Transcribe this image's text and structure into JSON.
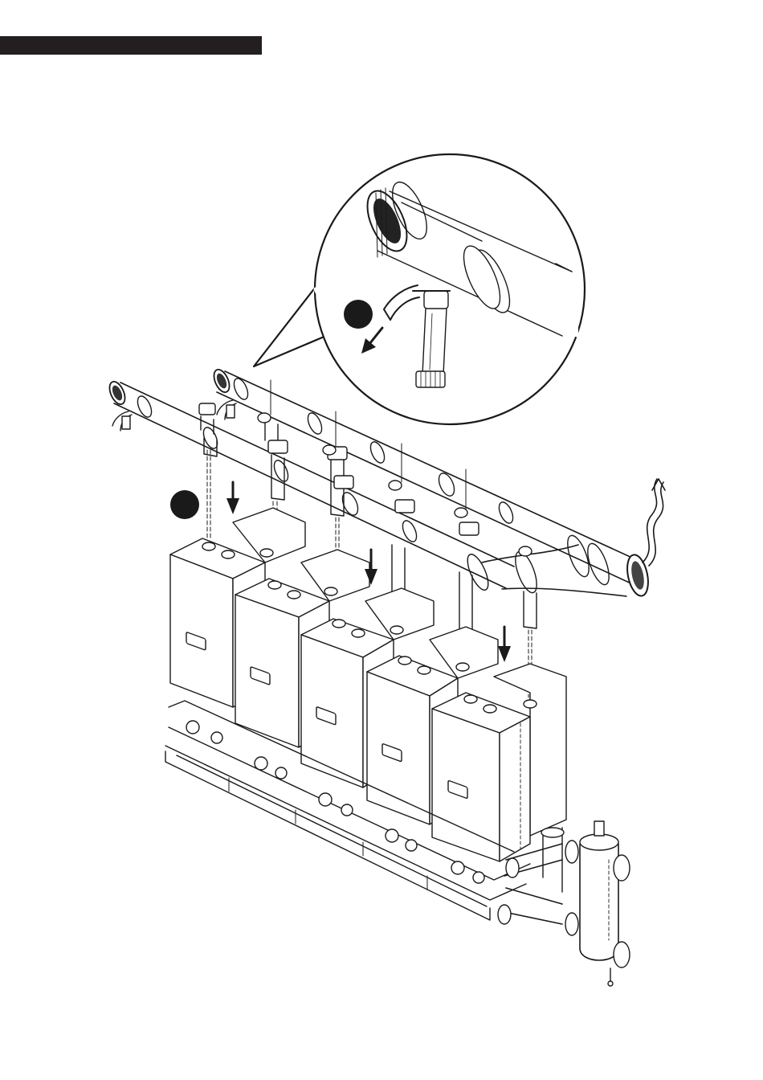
{
  "header": {
    "bar_color": "#231f20"
  },
  "diagram": {
    "line_color": "#1a1a1a",
    "fill_color": "#ffffff",
    "boiler_count": 5,
    "step_markers": [
      {
        "label": "",
        "icon": "filled-circle"
      },
      {
        "label": "",
        "icon": "filled-circle"
      }
    ],
    "icons": [
      "down-arrow-icon",
      "smoke-exhaust-icon",
      "condensate-drain-icon"
    ]
  }
}
